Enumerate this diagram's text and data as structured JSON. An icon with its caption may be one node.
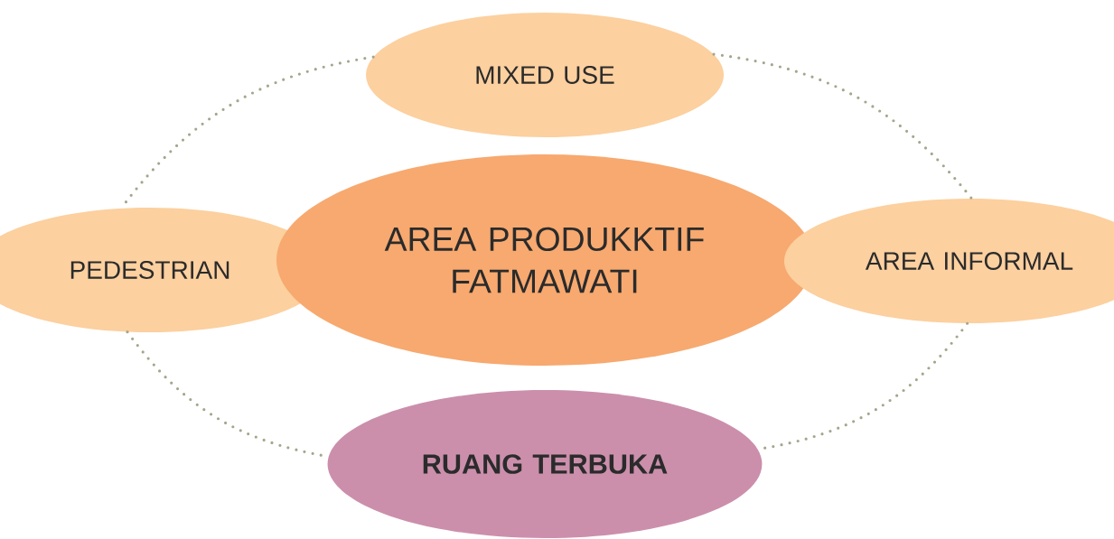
{
  "diagram": {
    "nodes": [
      {
        "text": [
          "MIXED USE"
        ]
      },
      {
        "text": [
          "PEDESTRIAN"
        ]
      },
      {
        "text": [
          "AREA PRODUKKTIF FATMAWATI"
        ]
      },
      {
        "text": [
          "AREA INFORMAL"
        ]
      },
      {
        "text": [
          "RUANG TERBUKA"
        ]
      }
    ],
    "edges": [
      {
        "from": 0,
        "to": 1,
        "arrow": "none"
      },
      {
        "from": 0,
        "to": 3,
        "arrow": "none"
      },
      {
        "from": 1,
        "to": 4,
        "arrow": "none"
      },
      {
        "from": 3,
        "to": 4,
        "arrow": "none"
      }
    ]
  }
}
